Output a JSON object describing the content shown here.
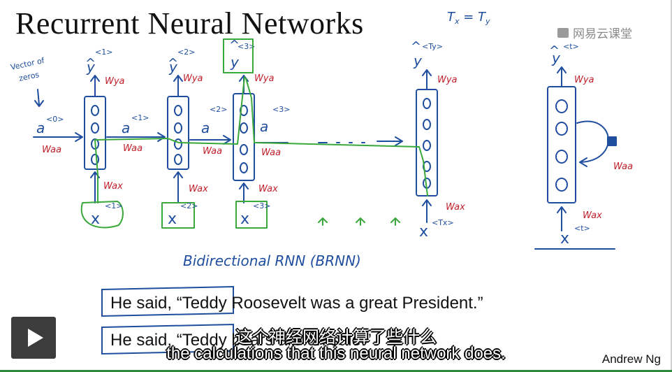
{
  "slide": {
    "title": "Recurrent Neural Networks",
    "logo_text": "网易云课堂",
    "equation": "Tx = Ty",
    "author": "Andrew Ng",
    "sentence_1": "He said, “Teddy Roosevelt was a great President.”",
    "sentence_2": "He said, “Teddy bears are on sale!”",
    "handwritten_label": "Bidirectional RNN (BRNN)"
  },
  "subtitles": {
    "chinese": "这个神经网络计算了些什么",
    "english": "the calculations that this neural network does."
  },
  "player": {
    "play_icon": "play-icon"
  },
  "colors": {
    "ink_blue": "#1f4e9e",
    "ink_red": "#c0202a",
    "ink_green": "#3aa83a",
    "accent_green": "#2e8b3e"
  }
}
